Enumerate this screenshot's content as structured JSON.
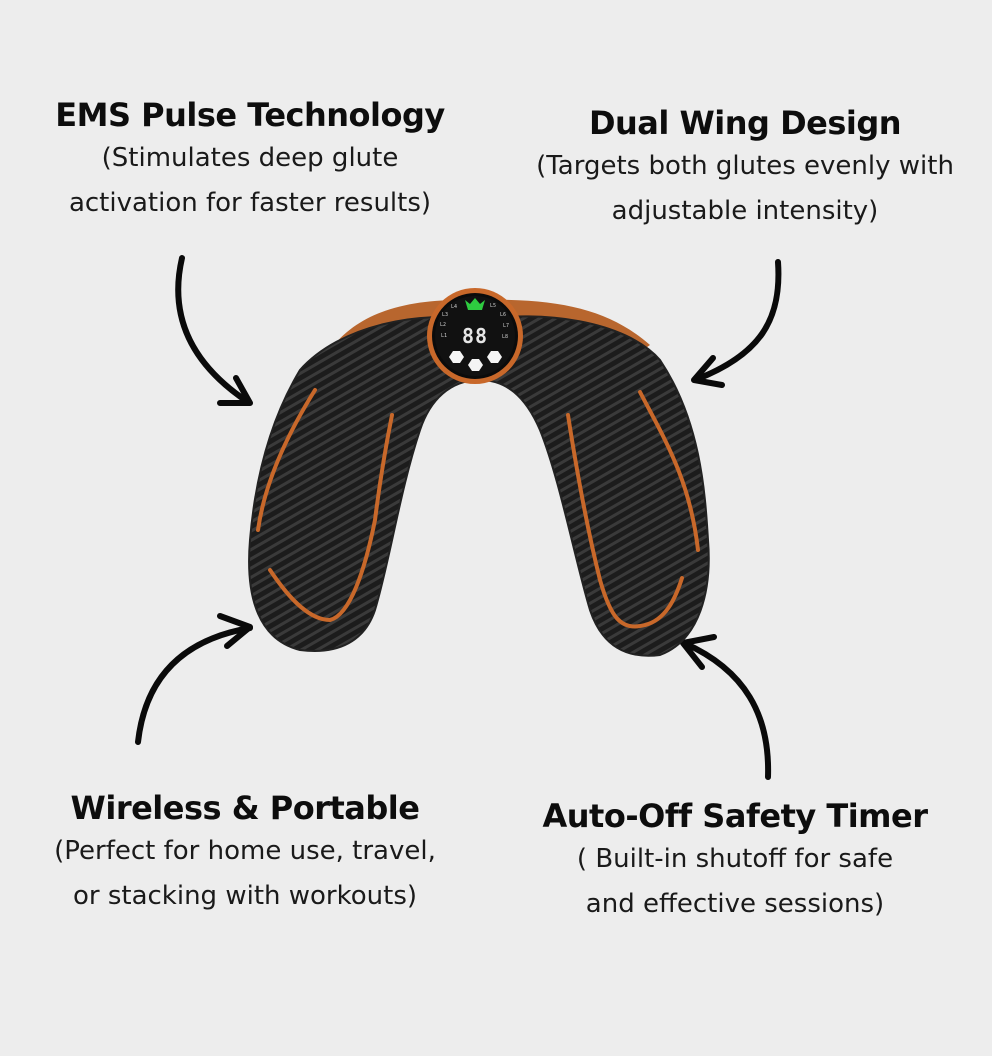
{
  "features": {
    "ems": {
      "title": "EMS Pulse Technology",
      "line1": "(Stimulates deep glute",
      "line2": "activation for faster results)"
    },
    "dual_wing": {
      "title": "Dual Wing Design",
      "line1": "(Targets both glutes evenly with",
      "line2": "adjustable intensity)"
    },
    "wireless": {
      "title": "Wireless & Portable",
      "line1": "(Perfect for home use, travel,",
      "line2": "or stacking with workouts)"
    },
    "auto_off": {
      "title": "Auto-Off Safety Timer",
      "line1": "( Built-in shutoff for safe",
      "line2": "and effective sessions)"
    }
  },
  "device": {
    "display_value": "88",
    "colors": {
      "body": "#1f1f1f",
      "accent": "#c8682a",
      "indicator": "#2ecc40",
      "background": "#ededed"
    }
  }
}
